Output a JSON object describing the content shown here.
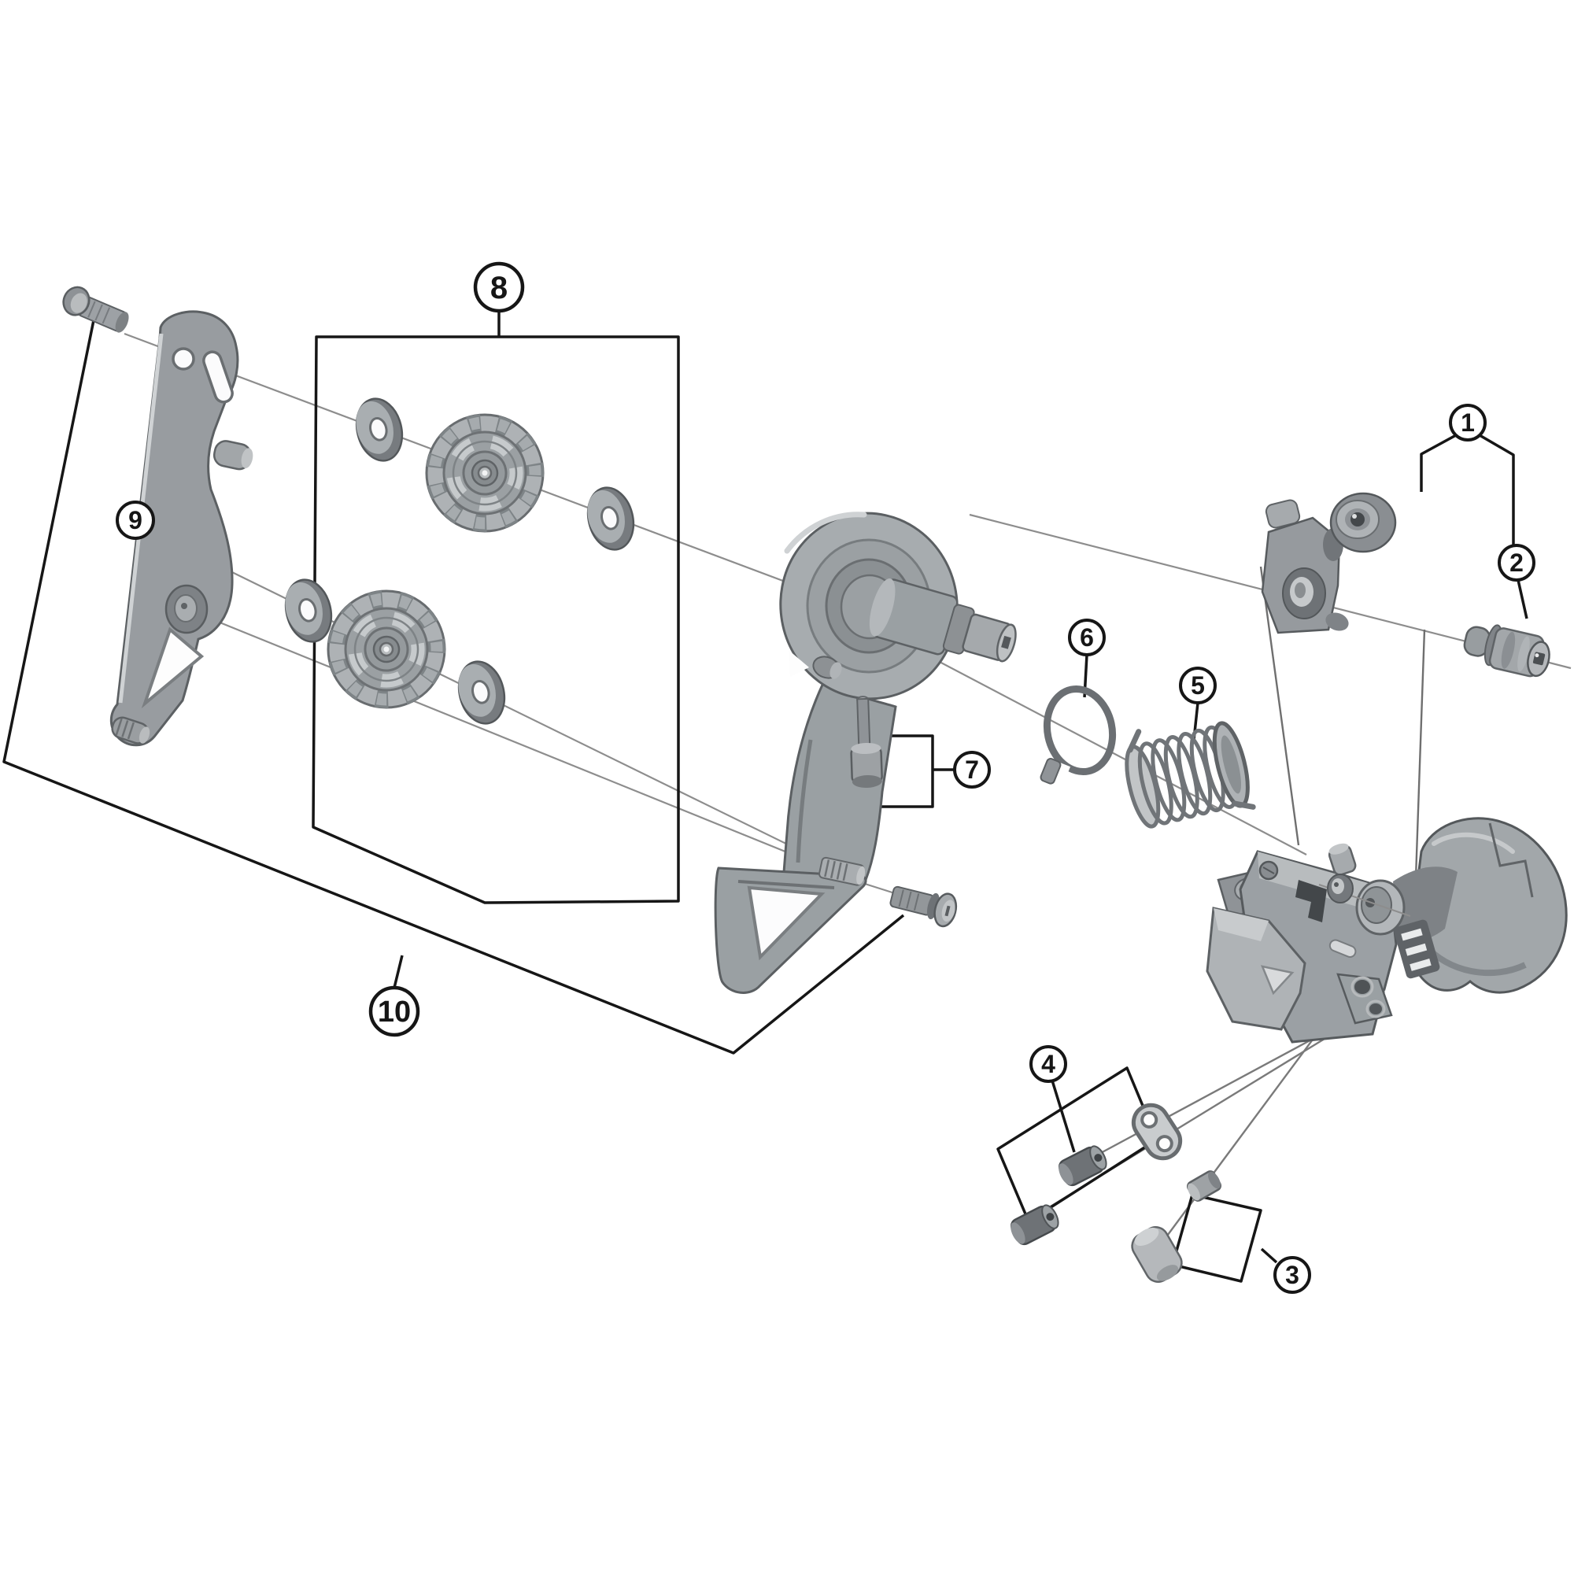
{
  "diagram": {
    "type": "exploded-parts-diagram",
    "subject": "rear-derailleur",
    "background_color": "#ffffff",
    "callout_line_color": "#161616",
    "axis_line_color": "#8d8d8d",
    "callouts": [
      {
        "label": "1",
        "part": "bracket-axle-unit"
      },
      {
        "label": "2",
        "part": "bracket-axle-stopper"
      },
      {
        "label": "3",
        "part": "cable-end-cap-and-ferrule"
      },
      {
        "label": "4",
        "part": "adjusting-barrels-and-link-plate"
      },
      {
        "label": "5",
        "part": "tension-coil-spring"
      },
      {
        "label": "6",
        "part": "retaining-band-ring"
      },
      {
        "label": "7",
        "part": "plate-axle-bolt"
      },
      {
        "label": "8",
        "part": "pulley-set-with-washers"
      },
      {
        "label": "9",
        "part": "inner-plate"
      },
      {
        "label": "10",
        "part": "outer-plate-assembly"
      }
    ]
  }
}
